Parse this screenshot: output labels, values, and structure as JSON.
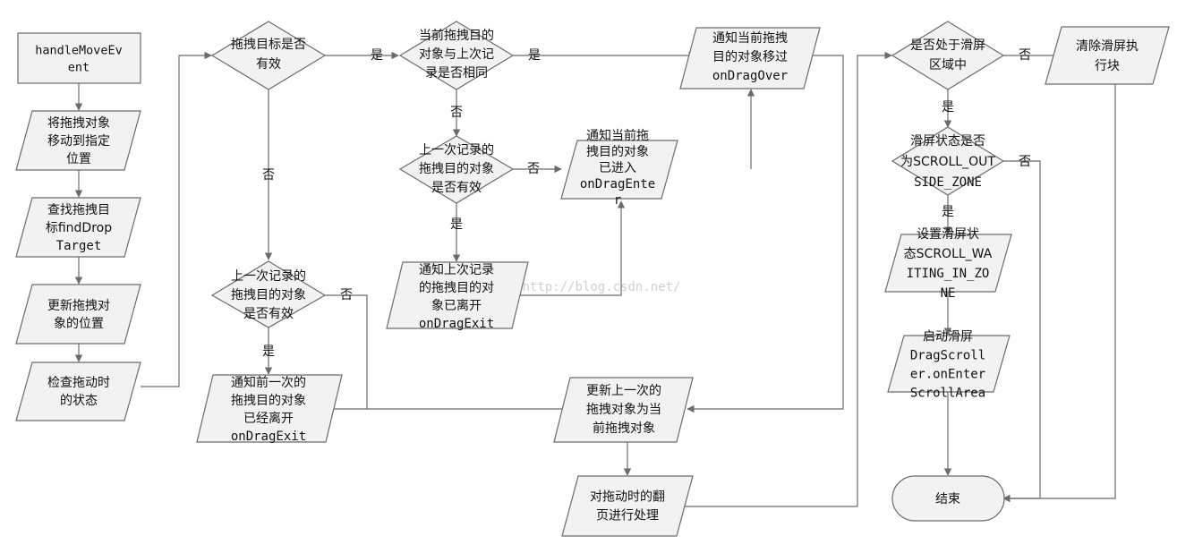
{
  "colors": {
    "shape_fill": "#f2f2f2",
    "stroke": "#6b6b6b",
    "text": "#111111",
    "watermark": "#d0d0d0"
  },
  "nodes": {
    "start": [
      "handleMoveEv",
      "ent"
    ],
    "move_drag": [
      "将拖拽对象",
      "移动到指定",
      "位置"
    ],
    "find_target": [
      "查找拖拽目",
      "标findDrop",
      "Target"
    ],
    "update_pos": [
      "更新拖拽对",
      "象的位置"
    ],
    "check_state": [
      "检查拖动时",
      "的状态"
    ],
    "target_valid": [
      "拖拽目标是否",
      "有效"
    ],
    "same_as_last": [
      "当前拖拽目的",
      "对象与上次记",
      "录是否相同"
    ],
    "notify_over": [
      "通知当前拖拽",
      "目的对象移过",
      "onDragOver"
    ],
    "last_valid_1": [
      "上一次记录的",
      "拖拽目的对象",
      "是否有效"
    ],
    "notify_enter": [
      "通知当前拖",
      "拽目的对象",
      "已进入",
      "onDragEnte",
      "r"
    ],
    "notify_exit_1": [
      "通知上次记录",
      "的拖拽目的对",
      "象已离开",
      "onDragExit"
    ],
    "last_valid_2": [
      "上一次记录的",
      "拖拽目的对象",
      "是否有效"
    ],
    "notify_exit_2": [
      "通知前一次的",
      "拖拽目的对象",
      "已经离开",
      "onDragExit"
    ],
    "update_last": [
      "更新上一次的",
      "拖拽对象为当",
      "前拖拽对象"
    ],
    "page_turn": [
      "对拖动时的翻",
      "页进行处理"
    ],
    "in_scroll_zone": [
      "是否处于滑屏",
      "区域中"
    ],
    "clear_scroll": [
      "清除滑屏执",
      "行块"
    ],
    "scroll_state": [
      "滑屏状态是否",
      "为SCROLL_OUT",
      "SIDE_ZONE"
    ],
    "set_scroll_state": [
      "设置滑屏状",
      "态SCROLL_WA",
      "ITING_IN_ZO",
      "NE"
    ],
    "start_scroll": [
      "启动滑屏",
      "DragScroll",
      "er.onEnter",
      "ScrollArea"
    ],
    "end": [
      "结束"
    ]
  },
  "labels": {
    "yes": "是",
    "no": "否"
  },
  "watermark": "http://blog.csdn.net/"
}
